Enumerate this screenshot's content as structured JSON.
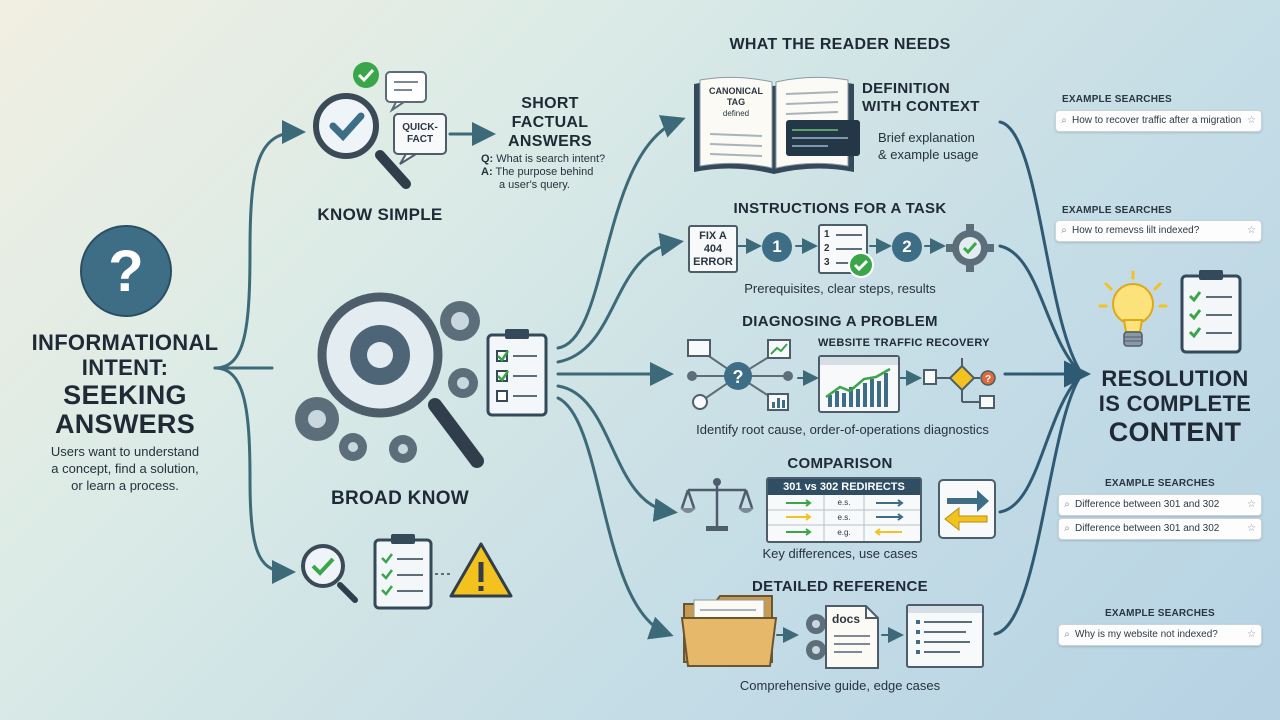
{
  "left": {
    "question_icon": "question-mark-icon",
    "title_line1": "INFORMATIONAL",
    "title_line2": "INTENT:",
    "title_line3": "SEEKING",
    "title_line4": "ANSWERS",
    "desc_line1": "Users want to understand",
    "desc_line2": "a concept, find a solution,",
    "desc_line3": "or learn a process."
  },
  "know_simple": {
    "label": "KNOW SIMPLE",
    "bubble_text_1": "QUICK-",
    "bubble_text_2": "FACT",
    "short_title_1": "SHORT",
    "short_title_2": "FACTUAL",
    "short_title_3": "ANSWERS",
    "q_prefix": "Q:",
    "q_text": "What is search intent?",
    "a_prefix": "A:",
    "a_text_1": "The purpose behind",
    "a_text_2": "a user's query."
  },
  "broad_know": {
    "label": "BROAD KNOW"
  },
  "reader_needs": {
    "header": "WHAT THE READER NEEDS",
    "definition": {
      "book_text_1": "CANONICAL",
      "book_text_2": "TAG",
      "book_text_3": "defined",
      "title_1": "DEFINITION",
      "title_2": "WITH CONTEXT",
      "desc_1": "Brief explanation",
      "desc_2": "& example usage"
    },
    "instructions": {
      "title": "INSTRUCTIONS FOR A TASK",
      "fix_1": "FIX A",
      "fix_2": "404",
      "fix_3": "ERROR",
      "step1": "1",
      "step2": "2",
      "list_nums": [
        "1",
        "2",
        "3"
      ],
      "caption": "Prerequisites, clear steps, results"
    },
    "diagnosing": {
      "title": "DIAGNOSING A PROBLEM",
      "sub": "WEBSITE TRAFFIC RECOVERY",
      "caption": "Identify root cause, order-of-operations diagnostics"
    },
    "comparison": {
      "title": "COMPARISON",
      "table_title": "301 vs 302 REDIRECTS",
      "cells": [
        "e.s.",
        "e.s.",
        "e.g."
      ],
      "caption": "Key differences, use cases"
    },
    "reference": {
      "title": "DETAILED REFERENCE",
      "doc_label": "docs",
      "caption": "Comprehensive guide, edge cases"
    }
  },
  "examples": [
    {
      "header": "EXAMPLE SEARCHES",
      "searches": [
        "How to recover traffic after a migration"
      ]
    },
    {
      "header": "EXAMPLE SEARCHES",
      "searches": [
        "How to remevss lilt indexed?"
      ]
    },
    {
      "header": "EXAMPLE SEARCHES",
      "searches": [
        "Difference between 301 and 302",
        "Difference between 301 and 302"
      ]
    },
    {
      "header": "EXAMPLE SEARCHES",
      "searches": [
        "Why is my website not indexed?"
      ]
    }
  ],
  "resolution": {
    "line1": "RESOLUTION",
    "line2": "IS COMPLETE",
    "line3": "CONTENT"
  },
  "colors": {
    "flow": "#3d6a78",
    "navy": "#2f4e63",
    "green": "#3aa64a",
    "accent_yellow": "#f4c21f"
  }
}
